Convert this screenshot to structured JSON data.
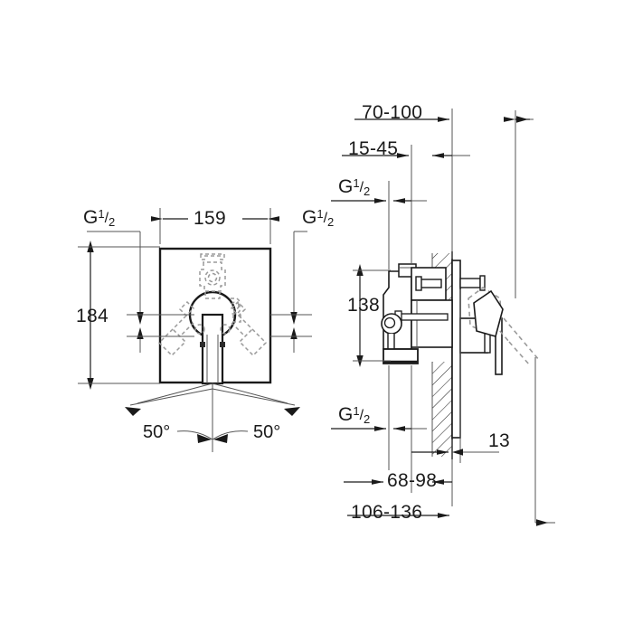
{
  "drawing": {
    "title": "Concealed shower mixer rough-in installation dimensions",
    "background_color": "#ffffff",
    "line_color": "#1a1a1a",
    "thin_line_color": "#555555",
    "hidden_line_color": "#999999",
    "views": {
      "front": {
        "name": "front-view"
      },
      "side": {
        "name": "side-section-view"
      }
    }
  },
  "labels": {
    "front_view": {
      "g_thread_left": {
        "glyph": "G",
        "numerator": "1",
        "slash": "/",
        "denominator": "2"
      },
      "g_thread_right": {
        "glyph": "G",
        "numerator": "1",
        "slash": "/",
        "denominator": "2"
      },
      "width": "159",
      "height": "184",
      "angle_left": "50°",
      "angle_right": "50°"
    },
    "side_view": {
      "depth_range_outer": "70-100",
      "depth_range_inner": "15-45",
      "g_thread_top": {
        "glyph": "G",
        "numerator": "1",
        "slash": "/",
        "denominator": "2"
      },
      "g_thread_bottom": {
        "glyph": "G",
        "numerator": "1",
        "slash": "/",
        "denominator": "2"
      },
      "height_center": "138",
      "plate_thickness": "13",
      "projection_range_inner": "68-98",
      "projection_range_outer": "106-136"
    }
  }
}
